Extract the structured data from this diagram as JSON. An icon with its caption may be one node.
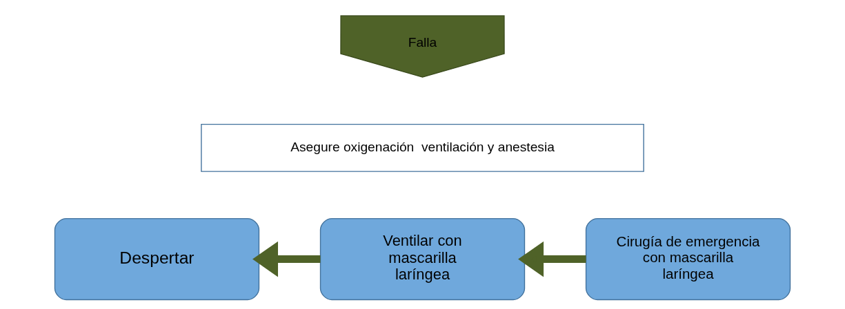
{
  "diagram": {
    "nodes": [
      {
        "text": [
          "Falla"
        ]
      },
      {
        "text": [
          "Asegure oxigenación  ventilación y anestesia"
        ]
      },
      {
        "text": [
          "Despertar"
        ]
      },
      {
        "text": [
          "Ventilar con mascarilla laríngea"
        ]
      },
      {
        "text": [
          "Cirugía de emergencia con mascarilla laríngea"
        ]
      }
    ],
    "edges": [
      {
        "from": 4,
        "to": 3,
        "arrow": "to"
      },
      {
        "from": 3,
        "to": 2,
        "arrow": "to"
      }
    ]
  }
}
